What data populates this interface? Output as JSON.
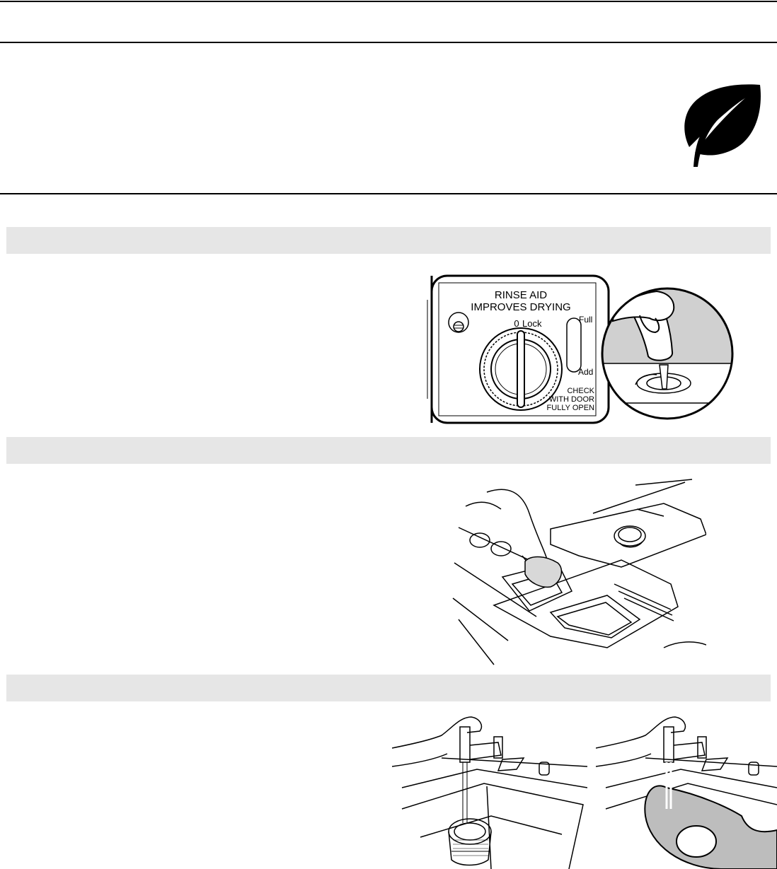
{
  "header": {
    "title": ""
  },
  "eco_notice": {
    "icon": "leaf-icon",
    "text": ""
  },
  "sections": [
    {
      "heading": "",
      "body": ""
    },
    {
      "heading": "",
      "body": ""
    },
    {
      "heading": "",
      "body": ""
    }
  ],
  "rinse_aid_dispenser": {
    "title_line1": "RINSE AID",
    "title_line2": "IMPROVES DRYING",
    "lock_label": "Lock",
    "full_label": "Full",
    "add_label": "Add",
    "check_line1": "CHECK",
    "check_line2": "WITH DOOR",
    "check_line3": "FULLY OPEN"
  }
}
